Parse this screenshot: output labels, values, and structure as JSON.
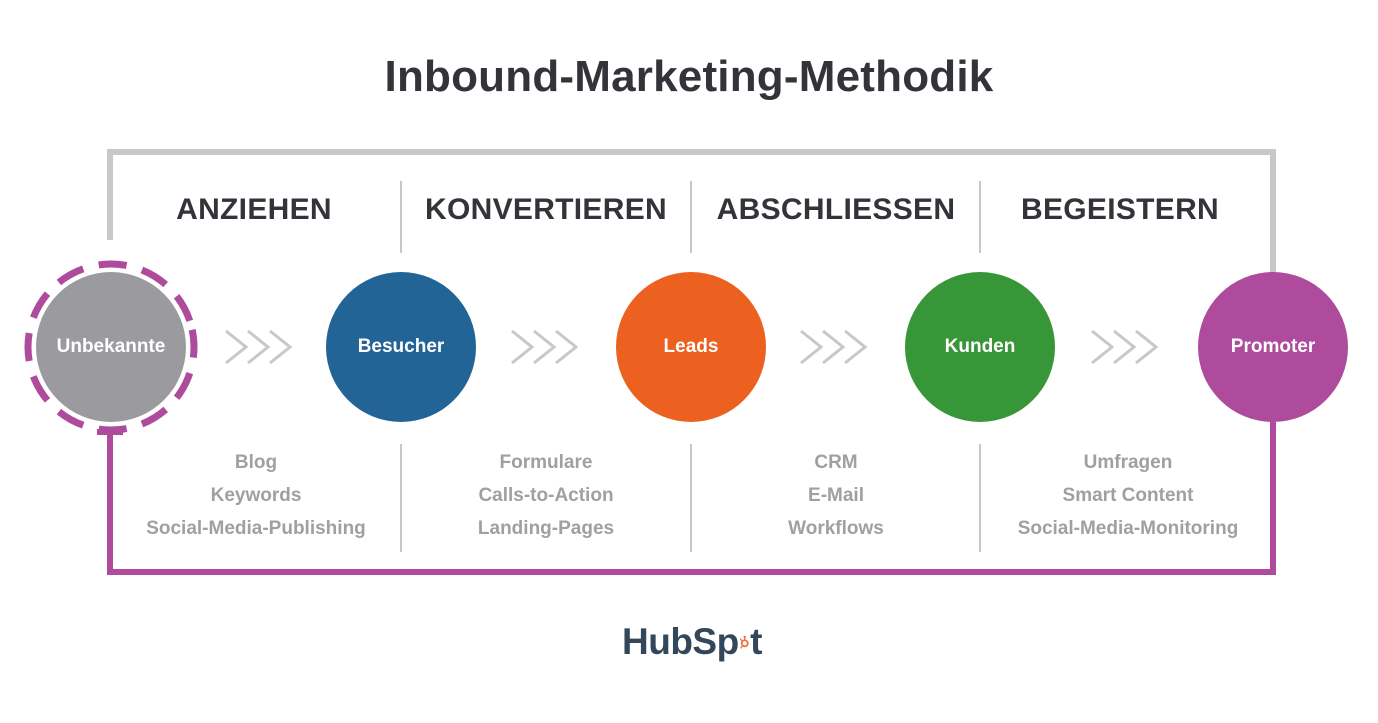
{
  "title": "Inbound-Marketing-Methodik",
  "stages": [
    {
      "heading": "ANZIEHEN",
      "tools": [
        "Blog",
        "Keywords",
        "Social-Media-Publishing"
      ]
    },
    {
      "heading": "KONVERTIEREN",
      "tools": [
        "Formulare",
        "Calls-to-Action",
        "Landing-Pages"
      ]
    },
    {
      "heading": "ABSCHLIESSEN",
      "tools": [
        "CRM",
        "E-Mail",
        "Workflows"
      ]
    },
    {
      "heading": "BEGEISTERN",
      "tools": [
        "Umfragen",
        "Smart Content",
        "Social-Media-Monitoring"
      ]
    }
  ],
  "nodes": [
    {
      "label": "Unbekannte",
      "color": "#9b9a9e"
    },
    {
      "label": "Besucher",
      "color": "#236497"
    },
    {
      "label": "Leads",
      "color": "#ec6120"
    },
    {
      "label": "Kunden",
      "color": "#369638"
    },
    {
      "label": "Promoter",
      "color": "#ae4b9c"
    }
  ],
  "colors": {
    "loop_gray": "#c8c8c8",
    "loop_purple": "#ae4b9c",
    "divider": "#c8c8c8",
    "heading_text": "#33333a",
    "tool_text": "#a0a0a3",
    "logo_text": "#33475b",
    "logo_accent": "#ef6c3a"
  },
  "logo": {
    "text_before": "HubSp",
    "text_after": "t",
    "icon": "hubspot-sprocket-icon"
  }
}
